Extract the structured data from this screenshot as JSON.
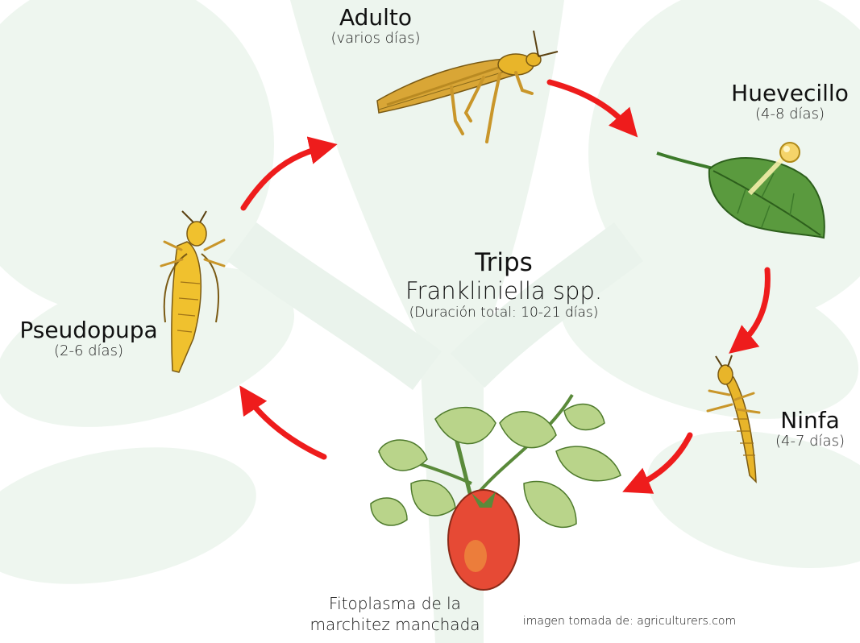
{
  "title": {
    "common_name": "Trips",
    "scientific_name": "Frankliniella spp.",
    "total_duration": "(Duración total: 10-21 días)"
  },
  "stages": {
    "adult": {
      "name": "Adulto",
      "duration": "(varios días)"
    },
    "egg": {
      "name": "Huevecillo",
      "duration": "(4-8 días)"
    },
    "nymph": {
      "name": "Ninfa",
      "duration": "(4-7 días)"
    },
    "pupa": {
      "name": "Pseudopupa",
      "duration": "(2-6 días)"
    }
  },
  "disease": {
    "line1": "Fitoplasma de la",
    "line2": "marchitez manchada"
  },
  "credit": "imagen tomada de: agriculturers.com",
  "colors": {
    "arrow": "#ee1c1c",
    "background_tree": "#eef6ef",
    "insect": "#e8b52a",
    "leaf": "#5a9a3e",
    "tomato": "#e64a35"
  },
  "icons": {
    "adult": "thrips-adult-icon",
    "egg": "thrips-egg-on-leaf-icon",
    "nymph": "thrips-nymph-icon",
    "pupa": "thrips-pseudopupa-icon",
    "plant": "wilted-tomato-plant-icon"
  }
}
